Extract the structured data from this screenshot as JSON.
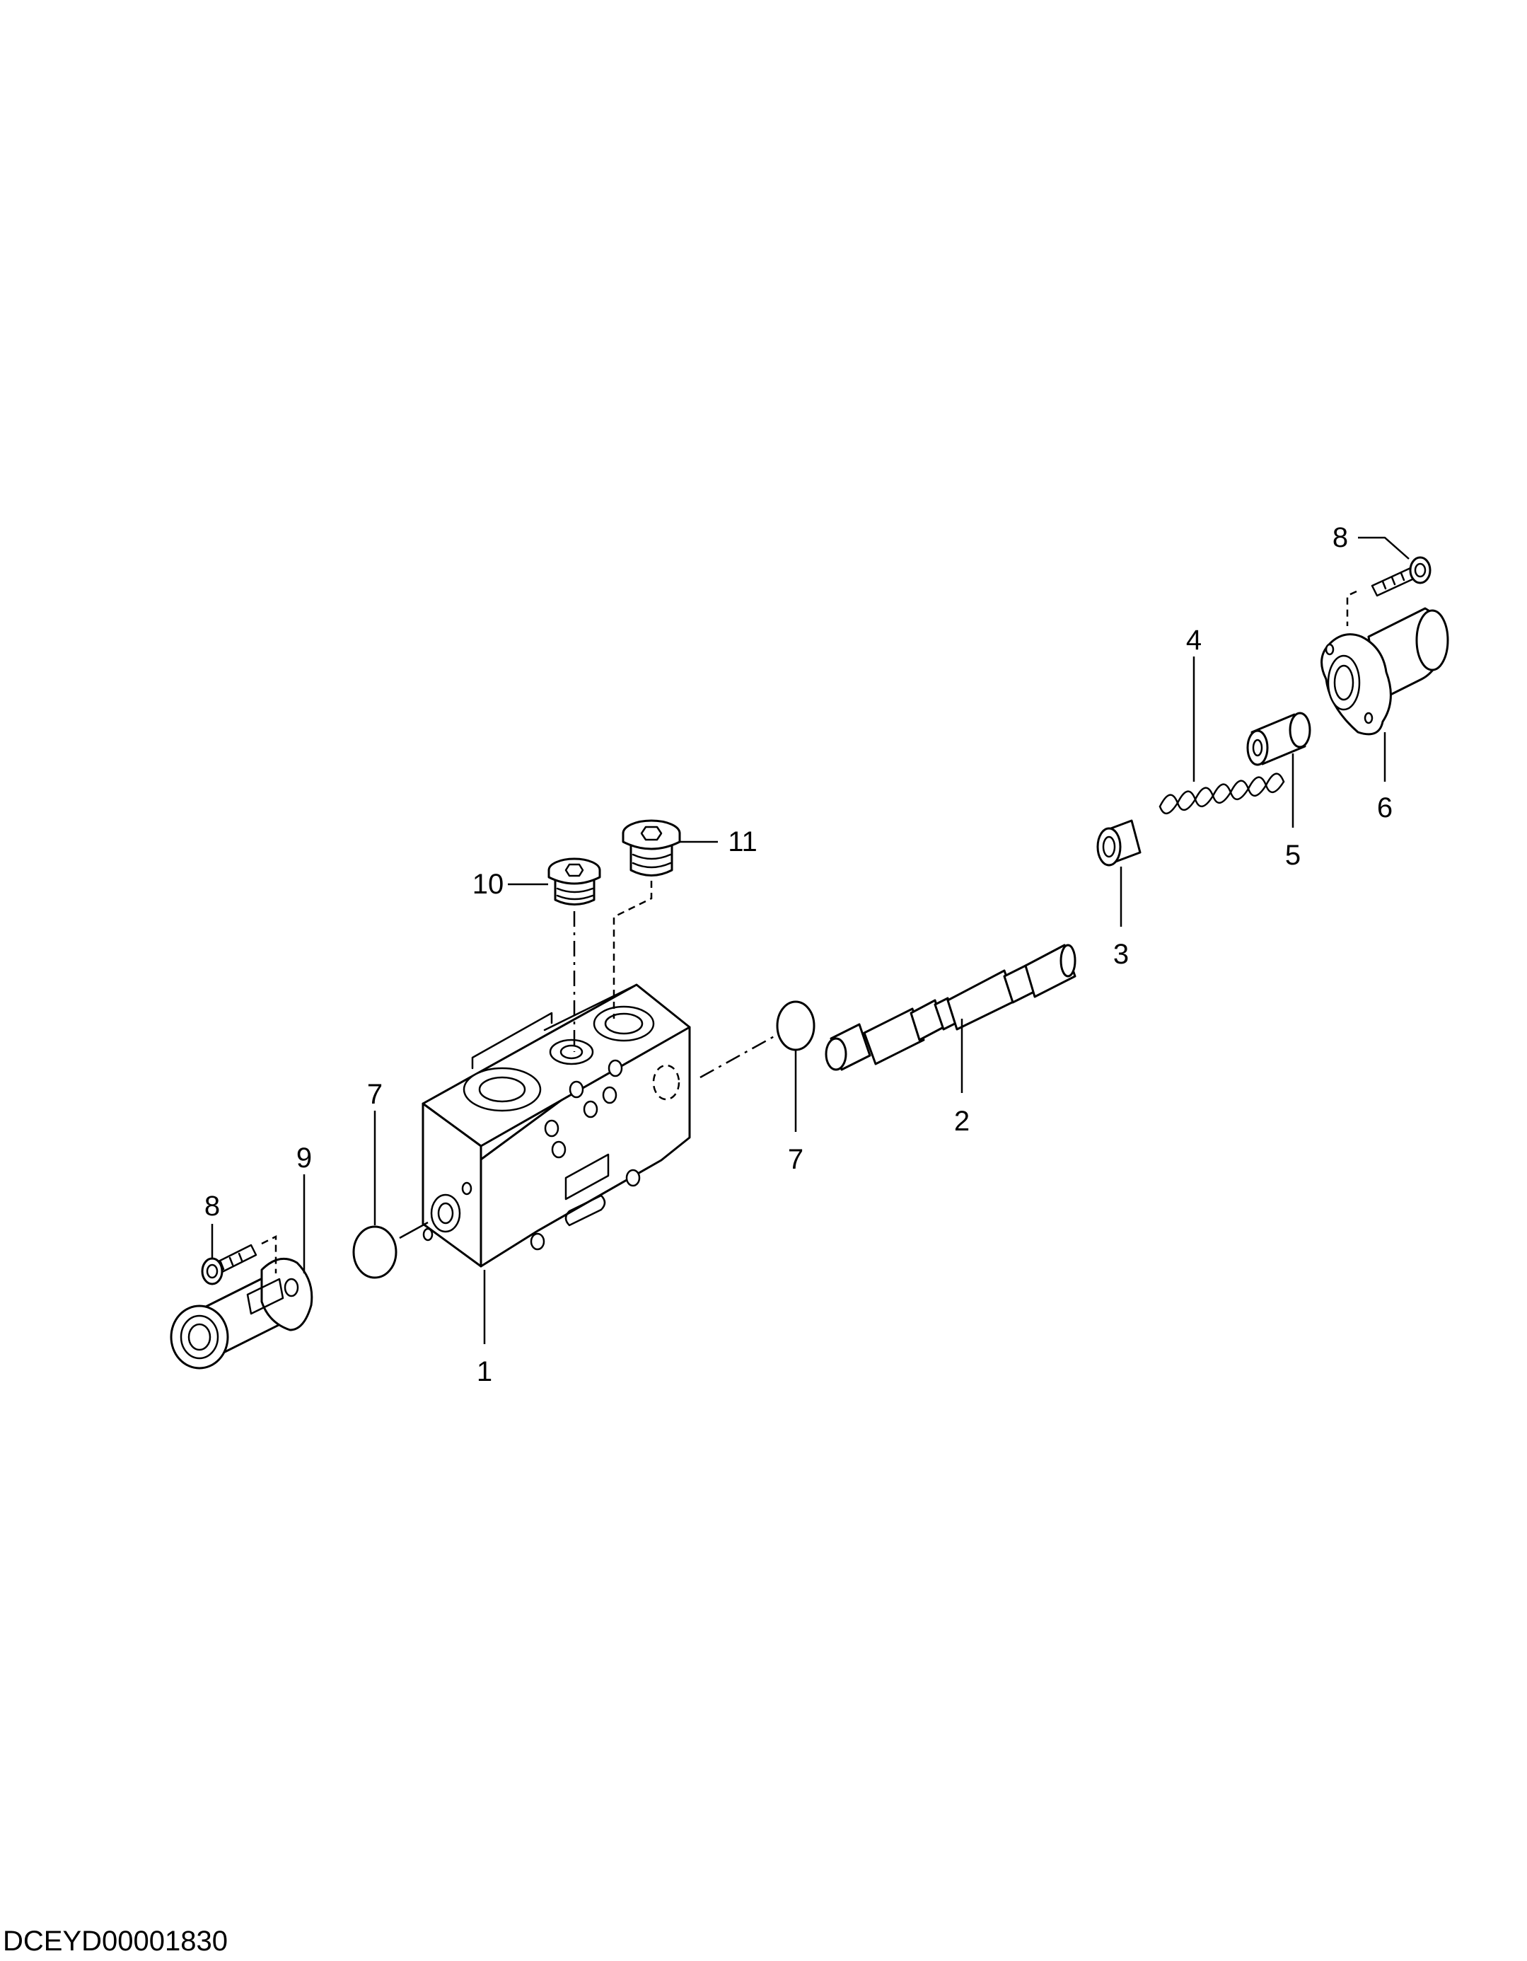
{
  "document_id": "DCEYD00001830",
  "callouts": {
    "c1": "1",
    "c2": "2",
    "c3": "3",
    "c4": "4",
    "c5": "5",
    "c6": "6",
    "c7a": "7",
    "c7b": "7",
    "c8a": "8",
    "c8b": "8",
    "c9": "9",
    "c10": "10",
    "c11": "11"
  }
}
